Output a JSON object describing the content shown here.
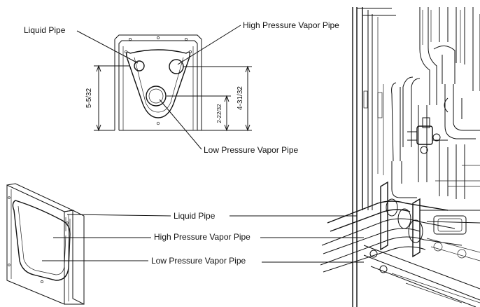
{
  "top_view": {
    "callouts": {
      "liquid": "Liquid Pipe",
      "high_pressure": "High Pressure Vapor Pipe",
      "low_pressure": "Low Pressure Vapor Pipe"
    },
    "dimensions": {
      "left": "5-5/32",
      "middle": "2-22/32",
      "right": "4-31/32"
    }
  },
  "iso_view": {
    "callouts": {
      "liquid": "Liquid Pipe",
      "high_pressure": "High Pressure Vapor Pipe",
      "low_pressure": "Low Pressure Vapor Pipe"
    }
  }
}
